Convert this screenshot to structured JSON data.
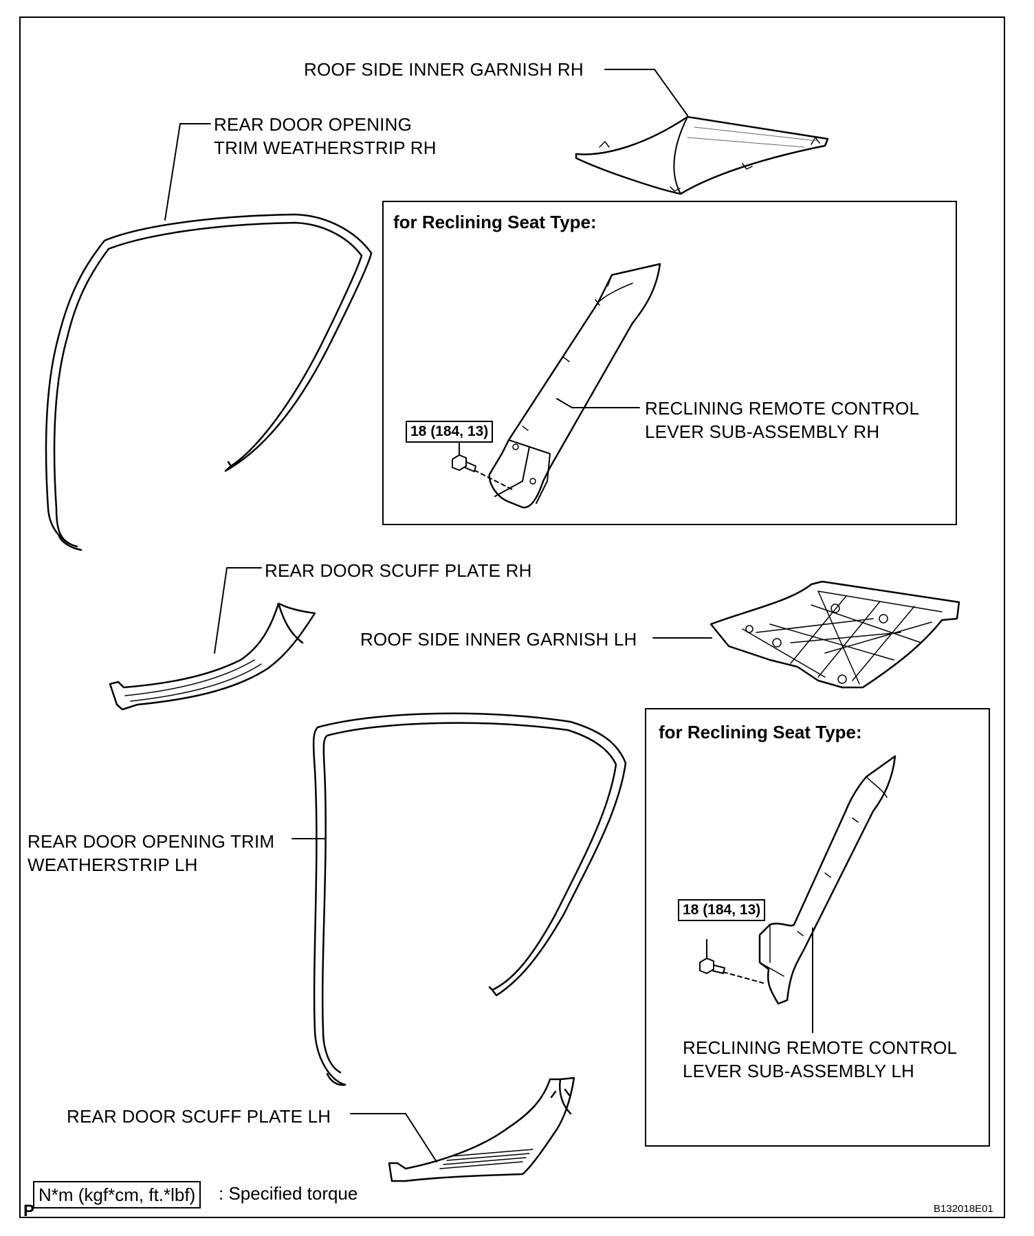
{
  "labels": {
    "roof_garnish_rh": "ROOF SIDE INNER GARNISH RH",
    "weatherstrip_rh_line1": "REAR DOOR OPENING",
    "weatherstrip_rh_line2": "TRIM WEATHERSTRIP RH",
    "scuff_plate_rh": "REAR DOOR SCUFF PLATE RH",
    "roof_garnish_lh": "ROOF SIDE INNER GARNISH LH",
    "weatherstrip_lh_line1": "REAR DOOR OPENING TRIM",
    "weatherstrip_lh_line2": "WEATHERSTRIP LH",
    "scuff_plate_lh": "REAR DOOR SCUFF PLATE LH"
  },
  "inset_rh": {
    "title": "for Reclining Seat Type:",
    "torque": "18 (184, 13)",
    "part_line1": "RECLINING REMOTE CONTROL",
    "part_line2": "LEVER SUB-ASSEMBLY RH"
  },
  "inset_lh": {
    "title": "for Reclining Seat Type:",
    "torque": "18 (184, 13)",
    "part_line1": "RECLINING REMOTE CONTROL",
    "part_line2": "LEVER SUB-ASSEMBLY LH"
  },
  "legend": {
    "unit_box": "N*m (kgf*cm, ft.*lbf)",
    "description": ": Specified torque"
  },
  "footer": {
    "corner_letter": "P",
    "figure_code": "B132018E01"
  }
}
